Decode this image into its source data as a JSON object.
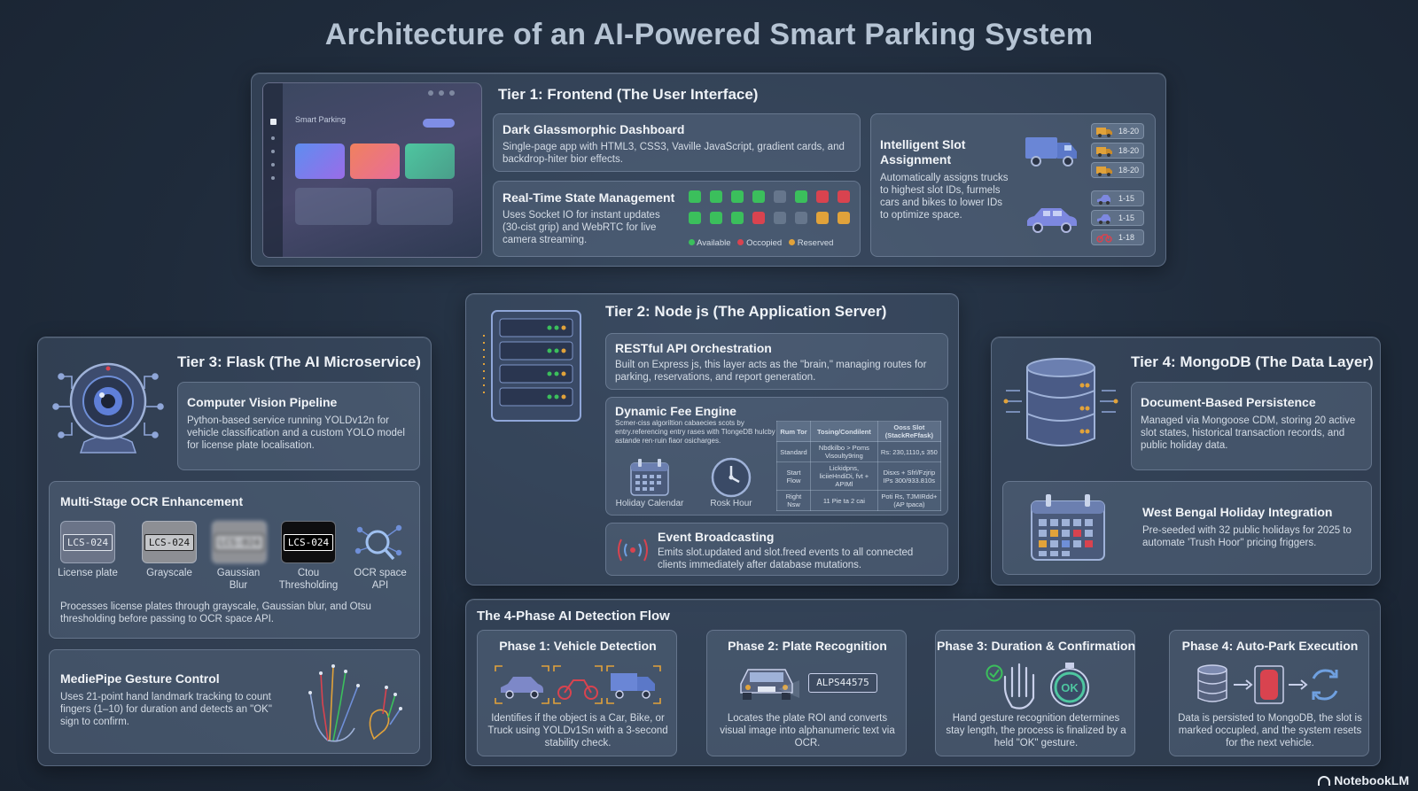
{
  "title": "Architecture of an AI-Powered Smart Parking System",
  "tier1": {
    "title": "Tier 1: Frontend (The User Interface)",
    "mock_title": "Smart Parking",
    "dashboard": {
      "title": "Dark Glassmorphic Dashboard",
      "body": "Single-page app with HTML3, CSS3, Vaville JavaScript, gradient cards, and backdrop-hiter bior effects."
    },
    "realtime": {
      "title": "Real-Time State Management",
      "body": "Uses Socket IO for instant updates (30-cist grip) and WebRTC for live camera streaming.",
      "legend": [
        "Available",
        "Occopied",
        "Reserved"
      ]
    },
    "slot": {
      "title_line1": "Intelligent Slot",
      "title_line2": "Assignment",
      "body": "Automatically assigns trucks to highest slot IDs, furmels cars and bikes to lower IDs to optimize space.",
      "chips": [
        "18-20",
        "18-20",
        "18-20",
        "1-15",
        "1-15",
        "1-18"
      ]
    }
  },
  "tier2": {
    "title": "Tier 2: Node js (The Application Server)",
    "api": {
      "title": "RESTful API Orchestration",
      "body": "Built on Express js, this layer acts as the \"brain,\" managing routes for parking, reservations, and report generation."
    },
    "fee": {
      "title": "Dynamic Fee Engine",
      "body": "Scmer-ciss algoriltion cabaecies scots by entry.referencing entry rases with TlongeDB hulcby astande ren·ruin fiaor osicharges.",
      "icon_labels": [
        "Holiday Calendar",
        "Rosk Hour"
      ],
      "table_headers": [
        "Rum Tor",
        "Tosing/Condilent",
        "Ooss Slot (StackReFfask)"
      ],
      "table_rows": [
        [
          "Standard",
          "Nbdkilbo > Poms Visoulty9ring",
          "Rs: 230,1110,s 350"
        ],
        [
          "Start Flow",
          "Lickidpns, liciieHndiDi, fvt + APIMl",
          "Disxs + Sfrl/Fzjrip IPs 300/933.810s"
        ],
        [
          "Right Nsw",
          "11 Pie ta 2 cai",
          "Poti Rs, TJMIRdd+ (AP tpaca)"
        ]
      ]
    },
    "event": {
      "title": "Event Broadcasting",
      "body": "Emits slot.updated and slot.freed events to all connected clients immediately after database mutations."
    }
  },
  "tier3": {
    "title": "Tier 3: Flask (The AI Microservice)",
    "cv": {
      "title": "Computer Vision Pipeline",
      "body": "Python-based service running YOLDv12n for vehicle classification and a custom YOLO model for license plate localisation."
    },
    "ocr": {
      "title": "Multi-Stage OCR Enhancement",
      "steps": [
        {
          "label": "License plate",
          "plate": "LCS-024"
        },
        {
          "label": "Grayscale",
          "plate": "LCS-024"
        },
        {
          "label": "Gaussian Blur",
          "plate": "LCS-024"
        },
        {
          "label": "Ctou Thresholding",
          "plate": "LCS-024"
        },
        {
          "label": "OCR space API",
          "plate": ""
        }
      ],
      "body": "Processes license plates through grayscale, Gaussian blur, and Otsu thresholding before passing to OCR space API."
    },
    "gesture": {
      "title": "MediePipe Gesture Control",
      "body": "Uses 21-point hand landmark tracking to count fingers (1–10) for duration and detects an \"OK\" sign to confirm."
    }
  },
  "tier4": {
    "title": "Tier 4: MongoDB (The Data Layer)",
    "doc": {
      "title": "Document-Based Persistence",
      "body": "Managed via Mongoose CDM, storing 20 active slot states, historical transaction records, and public holiday data."
    },
    "holiday": {
      "title": "West Bengal Holiday Integration",
      "body": "Pre-seeded with 32 public holidays for 2025 to automate 'Trush Hoor\" pricing friggers."
    }
  },
  "flow": {
    "title": "The 4-Phase AI Detection Flow",
    "phases": [
      {
        "title": "Phase 1: Vehicle Detection",
        "body": "Identifies if the object is a Car, Bike, or Truck using YOLDv1Sn with a 3-second stability check."
      },
      {
        "title": "Phase 2: Plate Recognition",
        "body": "Locates the plate ROI and converts visual image into alphanumeric text via OCR.",
        "plate": "ALPS44575"
      },
      {
        "title": "Phase 3: Duration & Confirmation",
        "body": "Hand gesture recognition determines stay length, the process is finalized by a held \"OK\" gesture.",
        "ok": "OK"
      },
      {
        "title": "Phase 4: Auto-Park Execution",
        "body": "Data is persisted to MongoDB, the slot is marked occupled, and the system resets for the next vehicle."
      }
    ]
  },
  "brand": "NotebookLM",
  "colors": {
    "available": "#3bbf5c",
    "occupied": "#d9434f",
    "reserved": "#e1a23a",
    "accent_blue": "#6f8fd8"
  }
}
